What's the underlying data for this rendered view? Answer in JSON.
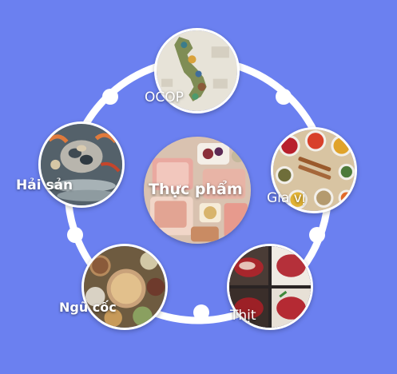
{
  "colors": {
    "background": "#6b80f0",
    "ring": "#ffffff",
    "label": "#ffffff"
  },
  "center": {
    "label": "Thực phẩm"
  },
  "categories": [
    {
      "id": "ocop",
      "label": "OCOP",
      "icon": "vietnam-map-image"
    },
    {
      "id": "gia-vi",
      "label": "Gia vị",
      "icon": "spices-image"
    },
    {
      "id": "thit",
      "label": "Thịt",
      "icon": "meat-image"
    },
    {
      "id": "ngu-coc",
      "label": "Ngũ cốc",
      "icon": "grains-image"
    },
    {
      "id": "hai-san",
      "label": "Hải sản",
      "icon": "seafood-image"
    }
  ]
}
